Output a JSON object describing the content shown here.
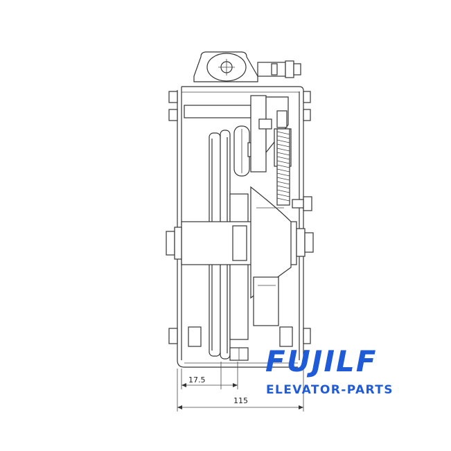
{
  "drawing": {
    "dimensions": [
      {
        "value": "17.5"
      },
      {
        "value": "115"
      }
    ]
  },
  "brand": {
    "logo_text": "FUJILF",
    "tagline": "ELEVATOR-PARTS",
    "color": "#1f5bd6"
  }
}
